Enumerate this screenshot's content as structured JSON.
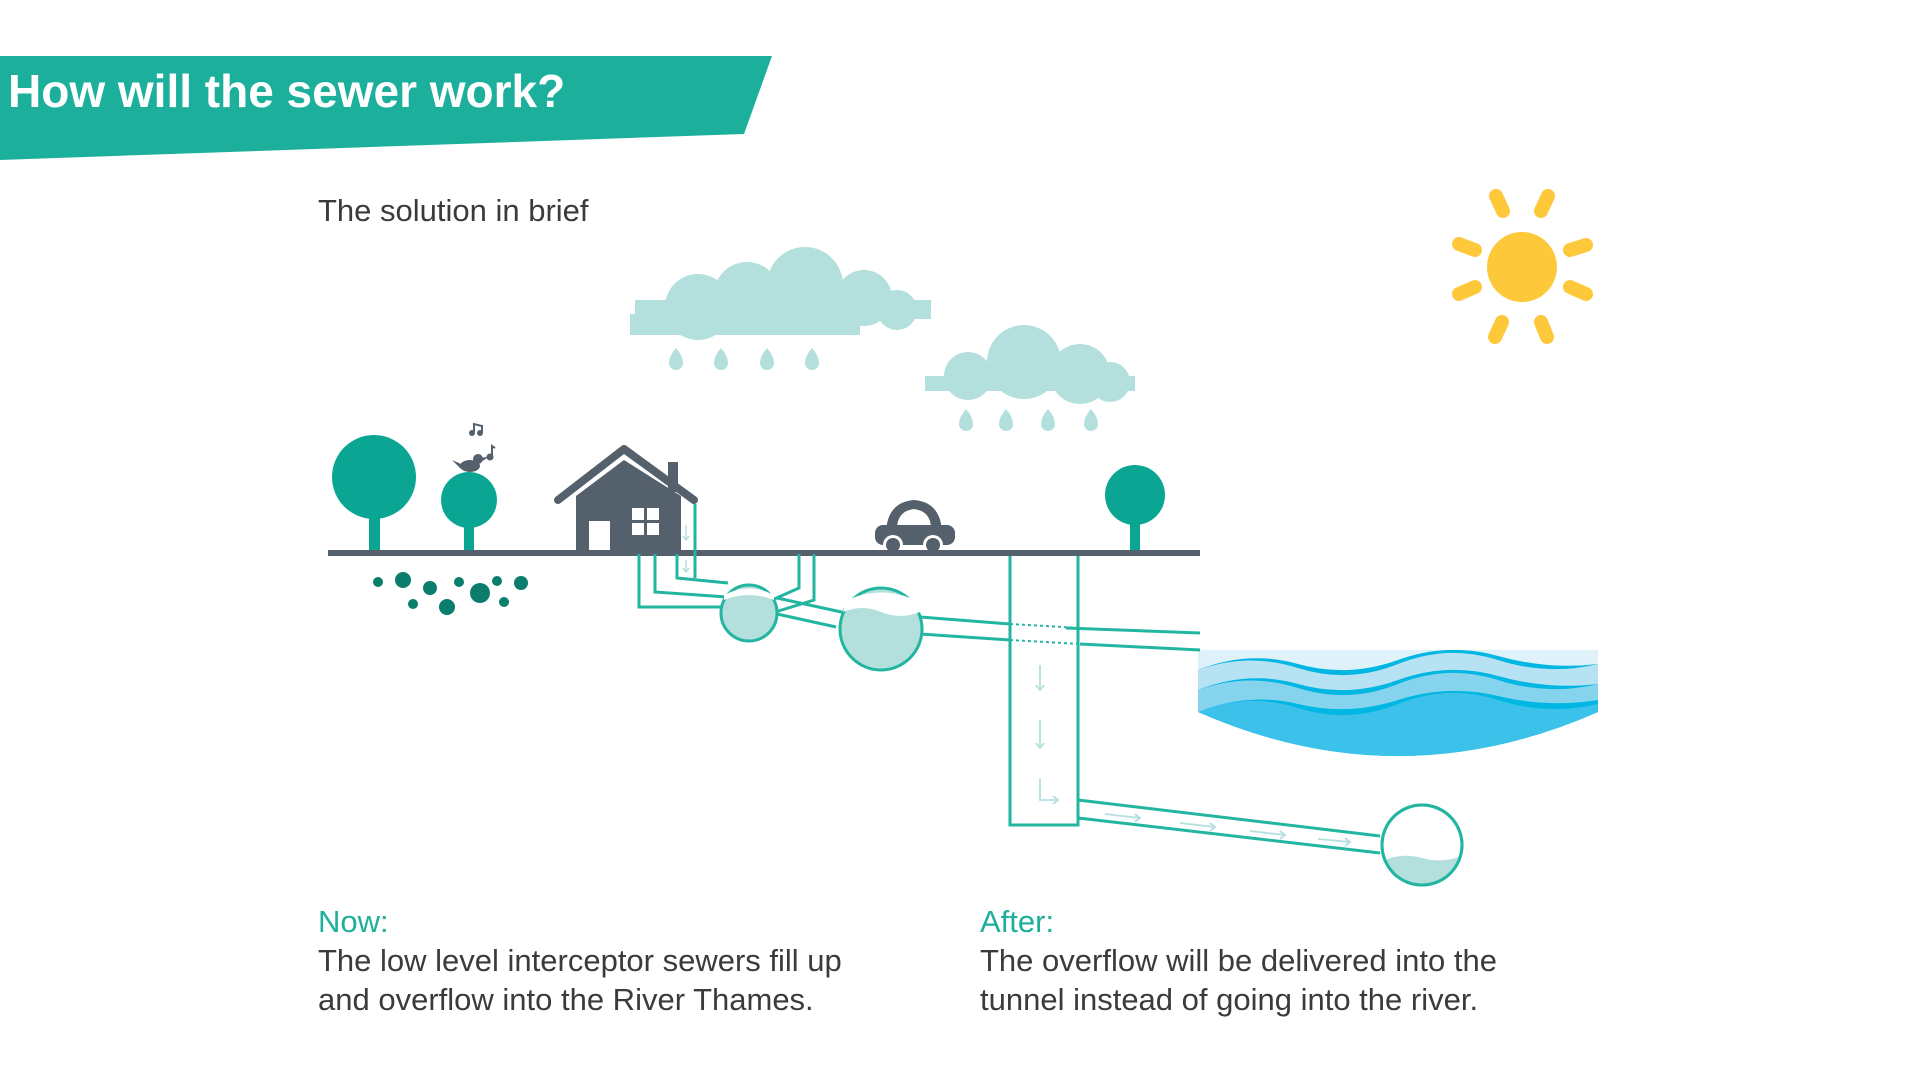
{
  "header": {
    "title": "How will the sewer work?",
    "subtitle": "The solution in brief"
  },
  "captions": {
    "now": {
      "heading": "Now:",
      "line1": "The low level interceptor sewers fill up",
      "line2": "and overflow into the River Thames."
    },
    "after": {
      "heading": "After:",
      "line1": "The overflow will be delivered into the",
      "line2": "tunnel instead of going into the river."
    }
  },
  "colors": {
    "banner": "#1cb09c",
    "pipe": "#22b5a0",
    "water_light": "#b3e0dd",
    "tree": "#0aa693",
    "ground": "#54606b",
    "sun": "#fdc93b",
    "river_deep": "#00b6e3"
  },
  "icons": [
    "sun-icon",
    "cloud-icon",
    "raindrop-icon",
    "tree-icon",
    "bird-icon",
    "music-note-icon",
    "house-icon",
    "car-icon"
  ]
}
